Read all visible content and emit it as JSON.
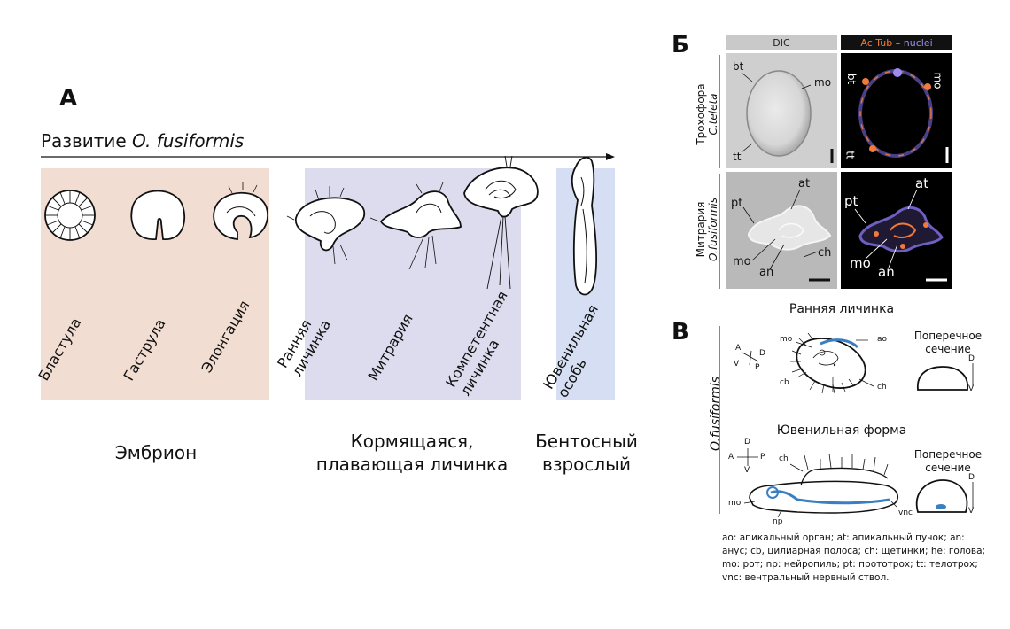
{
  "panel_a": {
    "letter": "А",
    "title_prefix": "Развитие ",
    "title_species": "O. fusiformis",
    "stages": [
      {
        "label": "Бластула"
      },
      {
        "label": "Гаструла"
      },
      {
        "label": "Элонгация"
      },
      {
        "label_lines": [
          "Ранняя",
          "личинка"
        ]
      },
      {
        "label": "Митрария"
      },
      {
        "label_lines": [
          "Компетентная",
          "личинка"
        ]
      },
      {
        "label_lines": [
          "Ювенильная",
          "особь"
        ]
      }
    ],
    "groups": {
      "embryo": "Эмбрион",
      "larva_line1": "Кормящаяся,",
      "larva_line2": "плавающая личинка",
      "adult_line1": "Бентосный",
      "adult_line2": "взрослый"
    },
    "colors": {
      "embryo_bg": "#f2ddd2",
      "larva_bg": "#dddcef",
      "juvenile_bg": "#d6def3"
    }
  },
  "panel_b": {
    "letter": "Б",
    "col_headers": {
      "dic": "DIC",
      "actub": "Ac Tub",
      "dash": " – ",
      "nuclei": "nuclei"
    },
    "rows": [
      {
        "name_line1": "Трохофора",
        "name_line2": "C.teleta",
        "dic_labels": [
          "bt",
          "mo",
          "tt"
        ],
        "fluo_labels": [
          "bt",
          "mo",
          "tt"
        ]
      },
      {
        "name_line1": "Митрария",
        "name_line2": "O.fusiformis",
        "dic_labels": [
          "at",
          "pt",
          "mo",
          "an",
          "ch"
        ],
        "fluo_labels": [
          "at",
          "pt",
          "mo",
          "an"
        ]
      }
    ],
    "colors": {
      "actub": "#f07a3a",
      "nuclei": "#9b8df0"
    }
  },
  "panel_v": {
    "letter": "В",
    "species": "O.fusiformis",
    "early_title": "Ранняя личинка",
    "juvenile_title": "Ювенильная форма",
    "cross_section_line1": "Поперечное",
    "cross_section_line2": "сечение",
    "axes": {
      "A": "A",
      "P": "P",
      "D": "D",
      "V": "V"
    },
    "early_labels": {
      "mo": "mo",
      "ao": "ao",
      "cb": "cb",
      "ch": "ch"
    },
    "juvenile_labels": {
      "ch": "ch",
      "mo": "mo",
      "np": "np",
      "vnc": "vnc"
    },
    "legend_lines": [
      "ao: апикальный орган; at: апикальный пучок; an:",
      "анус; cb, цилиарная полоса; ch: щетинки; he: голова;",
      "mo: рот; np: нейропиль; pt: прототрох; tt: телотрох;",
      "vnc: вентральный нервный ствол."
    ],
    "colors": {
      "nerve": "#3a7fc1"
    }
  }
}
